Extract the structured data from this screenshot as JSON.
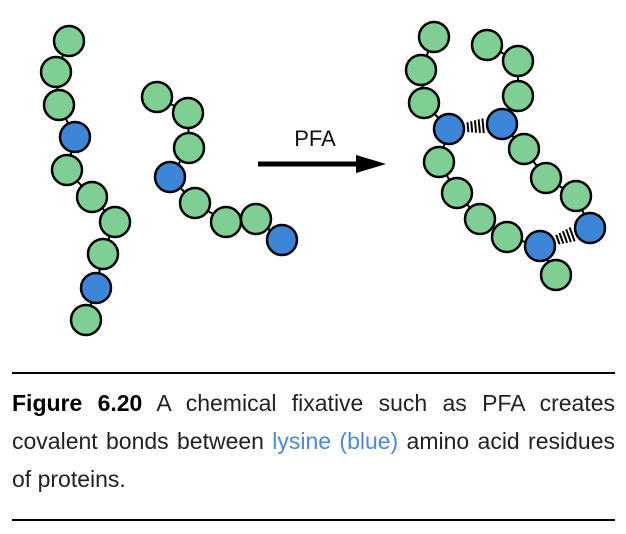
{
  "arrow_label": "PFA",
  "caption": {
    "figure_label": "Figure 6.20",
    "text_before": " A chemical fixative such as PFA creates covalent bonds between ",
    "highlight": "lysine (blue)",
    "text_after": " amino acid residues of proteins."
  },
  "colors": {
    "residue_fill": "#7fcf95",
    "lysine_fill": "#3d85d6",
    "outline": "#000000",
    "highlight_text": "#4a8bd1"
  },
  "legend_semantics": {
    "green": "amino acid residue",
    "blue": "lysine"
  }
}
